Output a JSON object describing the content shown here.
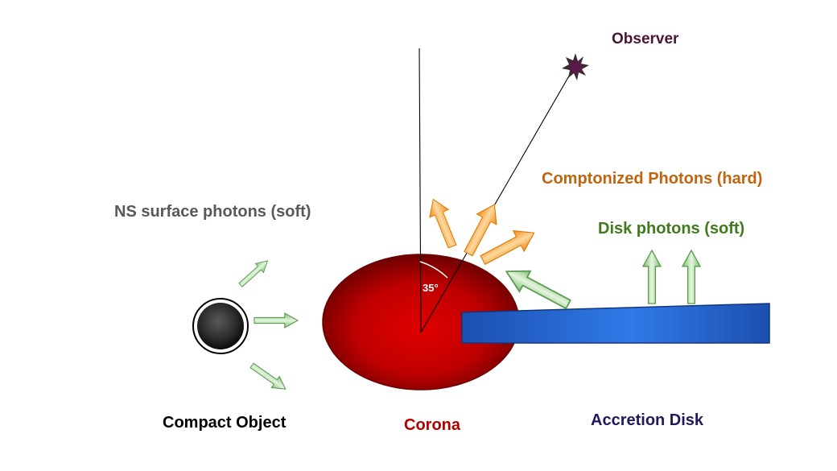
{
  "labels": {
    "observer": "Observer",
    "comptonized": "Comptonized Photons (hard)",
    "ns_surface": "NS surface photons (soft)",
    "disk_photons": "Disk photons (soft)",
    "compact_object": "Compact Object",
    "corona": "Corona",
    "accretion_disk": "Accretion Disk",
    "angle": "35°"
  },
  "colors": {
    "observer_text": "#4a1436",
    "comptonized_text": "#c0640e",
    "ns_surface_text": "#595959",
    "disk_photons_text": "#3f7a1f",
    "compact_object_text": "#000000",
    "corona_text": "#b00000",
    "accretion_disk_text": "#1f1a5e",
    "corona_fill": "#cc0000",
    "disk_fill": "#1c57c0",
    "soft_arrow": "#a8d8a0",
    "hard_arrow": "#f5a020"
  },
  "icons": {
    "observer": "observer-star-icon",
    "compact_object": "compact-object-sphere-icon"
  }
}
